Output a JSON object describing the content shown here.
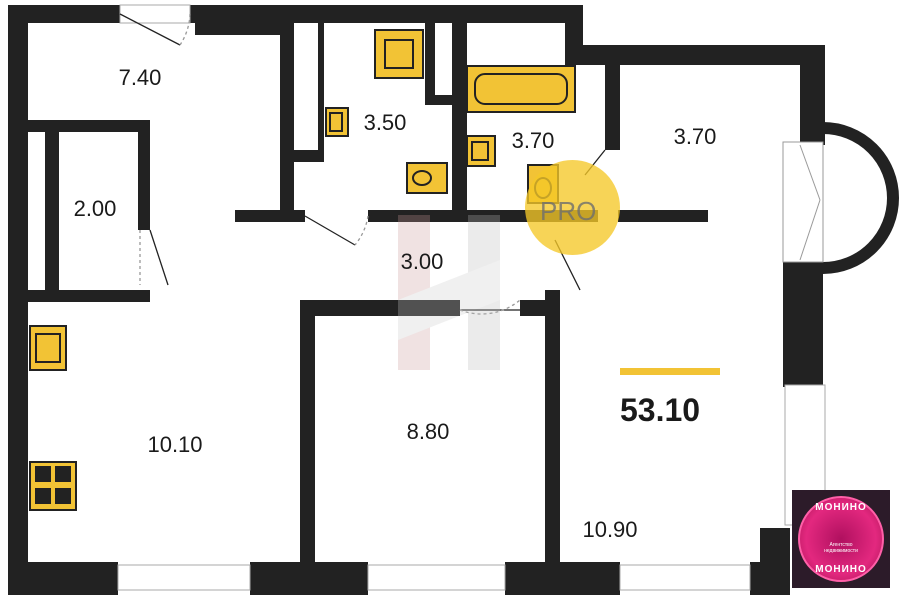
{
  "rooms": [
    {
      "id": "hall",
      "area": "7.40"
    },
    {
      "id": "toilet",
      "area": "3.50"
    },
    {
      "id": "bathroom",
      "area": "3.70"
    },
    {
      "id": "small-room",
      "area": "3.70"
    },
    {
      "id": "closet",
      "area": "2.00"
    },
    {
      "id": "corridor",
      "area": "3.00"
    },
    {
      "id": "kitchen",
      "area": "10.10"
    },
    {
      "id": "bedroom",
      "area": "8.80"
    },
    {
      "id": "living-room",
      "area": "10.90"
    }
  ],
  "total_area": "53.10",
  "watermark": "PRO",
  "logo": {
    "top": "МОНИНО",
    "bottom": "МОНИНО",
    "sub": "Агентство недвижимости"
  },
  "colors": {
    "wall": "#222222",
    "fixture": "#f2c335",
    "accent": "#f2c335",
    "logo": "#e3287f"
  }
}
